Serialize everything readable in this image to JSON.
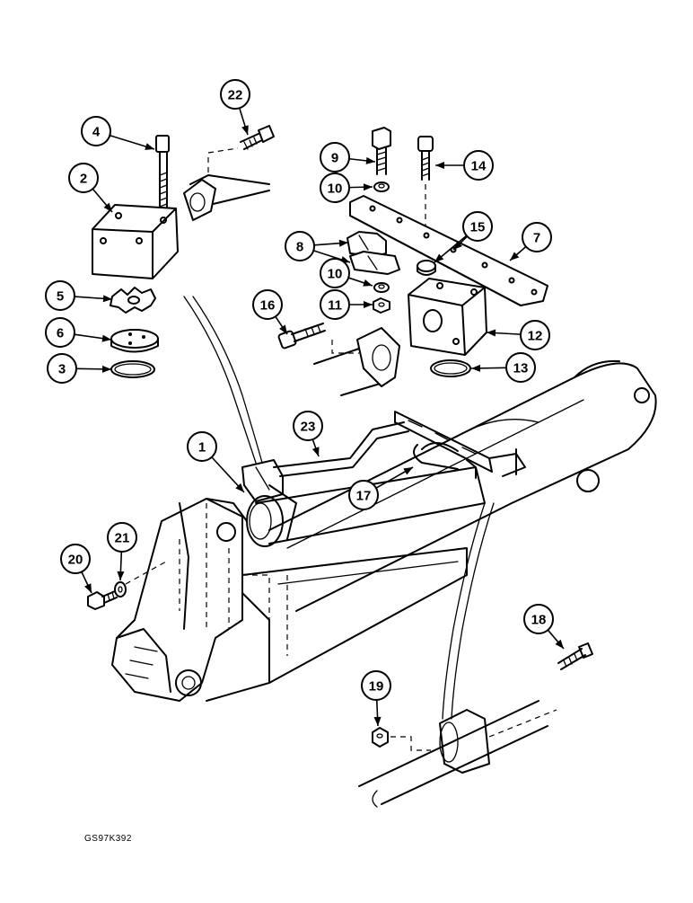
{
  "diagram": {
    "drawing_code": "GS97K392",
    "callouts": [
      {
        "label": "1"
      },
      {
        "label": "2"
      },
      {
        "label": "3"
      },
      {
        "label": "4"
      },
      {
        "label": "5"
      },
      {
        "label": "6"
      },
      {
        "label": "7"
      },
      {
        "label": "8"
      },
      {
        "label": "9"
      },
      {
        "label": "10"
      },
      {
        "label": "10"
      },
      {
        "label": "11"
      },
      {
        "label": "12"
      },
      {
        "label": "13"
      },
      {
        "label": "14"
      },
      {
        "label": "15"
      },
      {
        "label": "16"
      },
      {
        "label": "17"
      },
      {
        "label": "18"
      },
      {
        "label": "19"
      },
      {
        "label": "20"
      },
      {
        "label": "21"
      },
      {
        "label": "22"
      },
      {
        "label": "23"
      }
    ]
  }
}
